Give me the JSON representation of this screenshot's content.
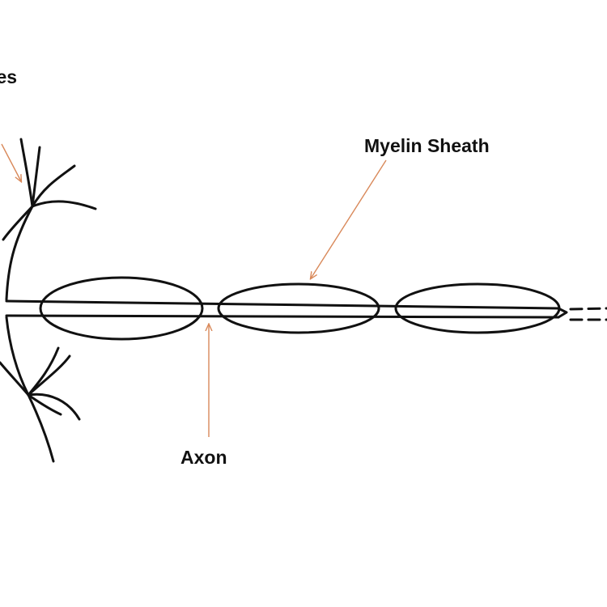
{
  "labels": {
    "dendrites": "Dendrites",
    "myelin_sheath": "Myelin Sheath",
    "axon": "Axon"
  },
  "colors": {
    "line": "#111111",
    "pointer": "#D9895A",
    "background": "#ffffff"
  }
}
